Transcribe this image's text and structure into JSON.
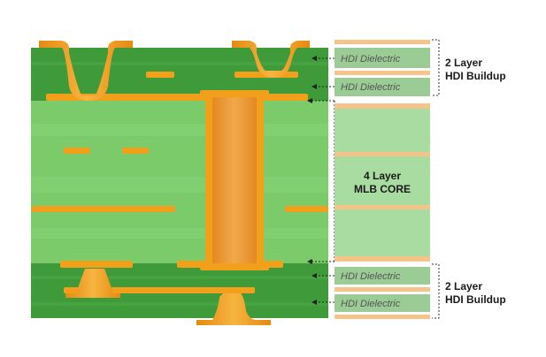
{
  "labels": {
    "hdi_1": "HDI Dielectric",
    "hdi_2": "HDI Dielectric",
    "hdi_3": "HDI Dielectric",
    "hdi_4": "HDI Dielectric",
    "core_line1": "4 Layer",
    "core_line2": "MLB CORE",
    "top_buildup_line1": "2 Layer",
    "top_buildup_line2": "HDI Buildup",
    "bottom_buildup_line1": "2 Layer",
    "bottom_buildup_line2": "HDI Buildup"
  },
  "colors": {
    "dark_green": "#3f9a3a",
    "core_green": "#7fcf6f",
    "copper": "#f2a01c",
    "copper_dark": "#d9820f",
    "via_fill": "#e9932a",
    "legend_copper": "#f6c48a",
    "legend_hdi": "#9ccc95",
    "legend_core": "#a9dca0"
  }
}
